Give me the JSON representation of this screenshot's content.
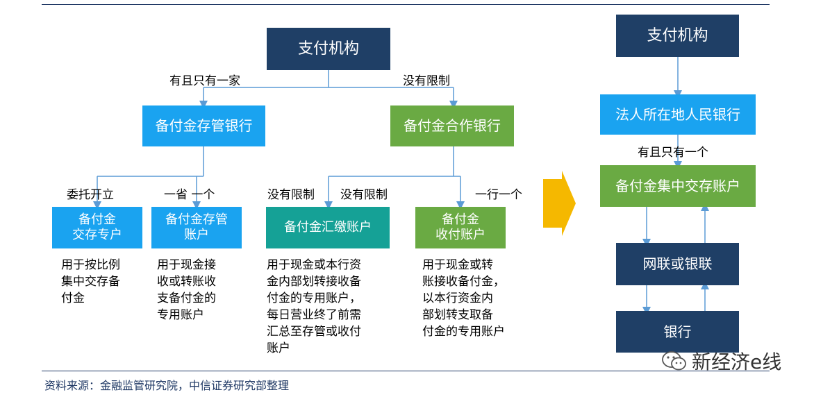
{
  "left": {
    "top_box": "支付机构",
    "branch_left_label": "有且只有一家",
    "branch_right_label": "没有限制",
    "custody_bank": "备付金存管银行",
    "coop_bank": "备付金合作银行",
    "edge_labels": {
      "entrust": "委托开立",
      "one_province": "一省 一个",
      "no_limit_1": "没有限制",
      "no_limit_2": "没有限制",
      "one_bank": "一行一个"
    },
    "accounts": [
      {
        "name": "备付金\n交存专户",
        "desc": "用于按比例\n集中交存备\n付金"
      },
      {
        "name": "备付金存管\n账户",
        "desc": "用于现金接\n收或转账收\n支备付金的\n专用账户"
      },
      {
        "name": "备付金汇缴账户",
        "desc": "用于现金或本行资\n金内部划转接收备\n付金的专用账户，\n每日营业终了前需\n汇总至存管或收付\n账户"
      },
      {
        "name": "备付金\n收付账户",
        "desc": "用于现金或转\n账接收备付金，\n以本行资金内\n部划转支取备\n付金的专用账户"
      }
    ]
  },
  "right": {
    "top_box": "支付机构",
    "pboc": "法人所在地人民银行",
    "only_one_label": "有且只有一个",
    "central_account": "备付金集中交存账户",
    "network": "网联或银联",
    "bank": "银行"
  },
  "source": "资料来源：金融监管研究院，中信证券研究部整理",
  "watermark": "新经济e线",
  "colors": {
    "navy": "#1f3f66",
    "blue": "#1aa3f0",
    "green": "#6aaa43",
    "teal": "#15a196",
    "arrow": "#f5b800",
    "line": "#5b9bd5"
  },
  "icons": {
    "big_arrow": "right-arrow-icon",
    "watermark": "wechat-icon"
  }
}
